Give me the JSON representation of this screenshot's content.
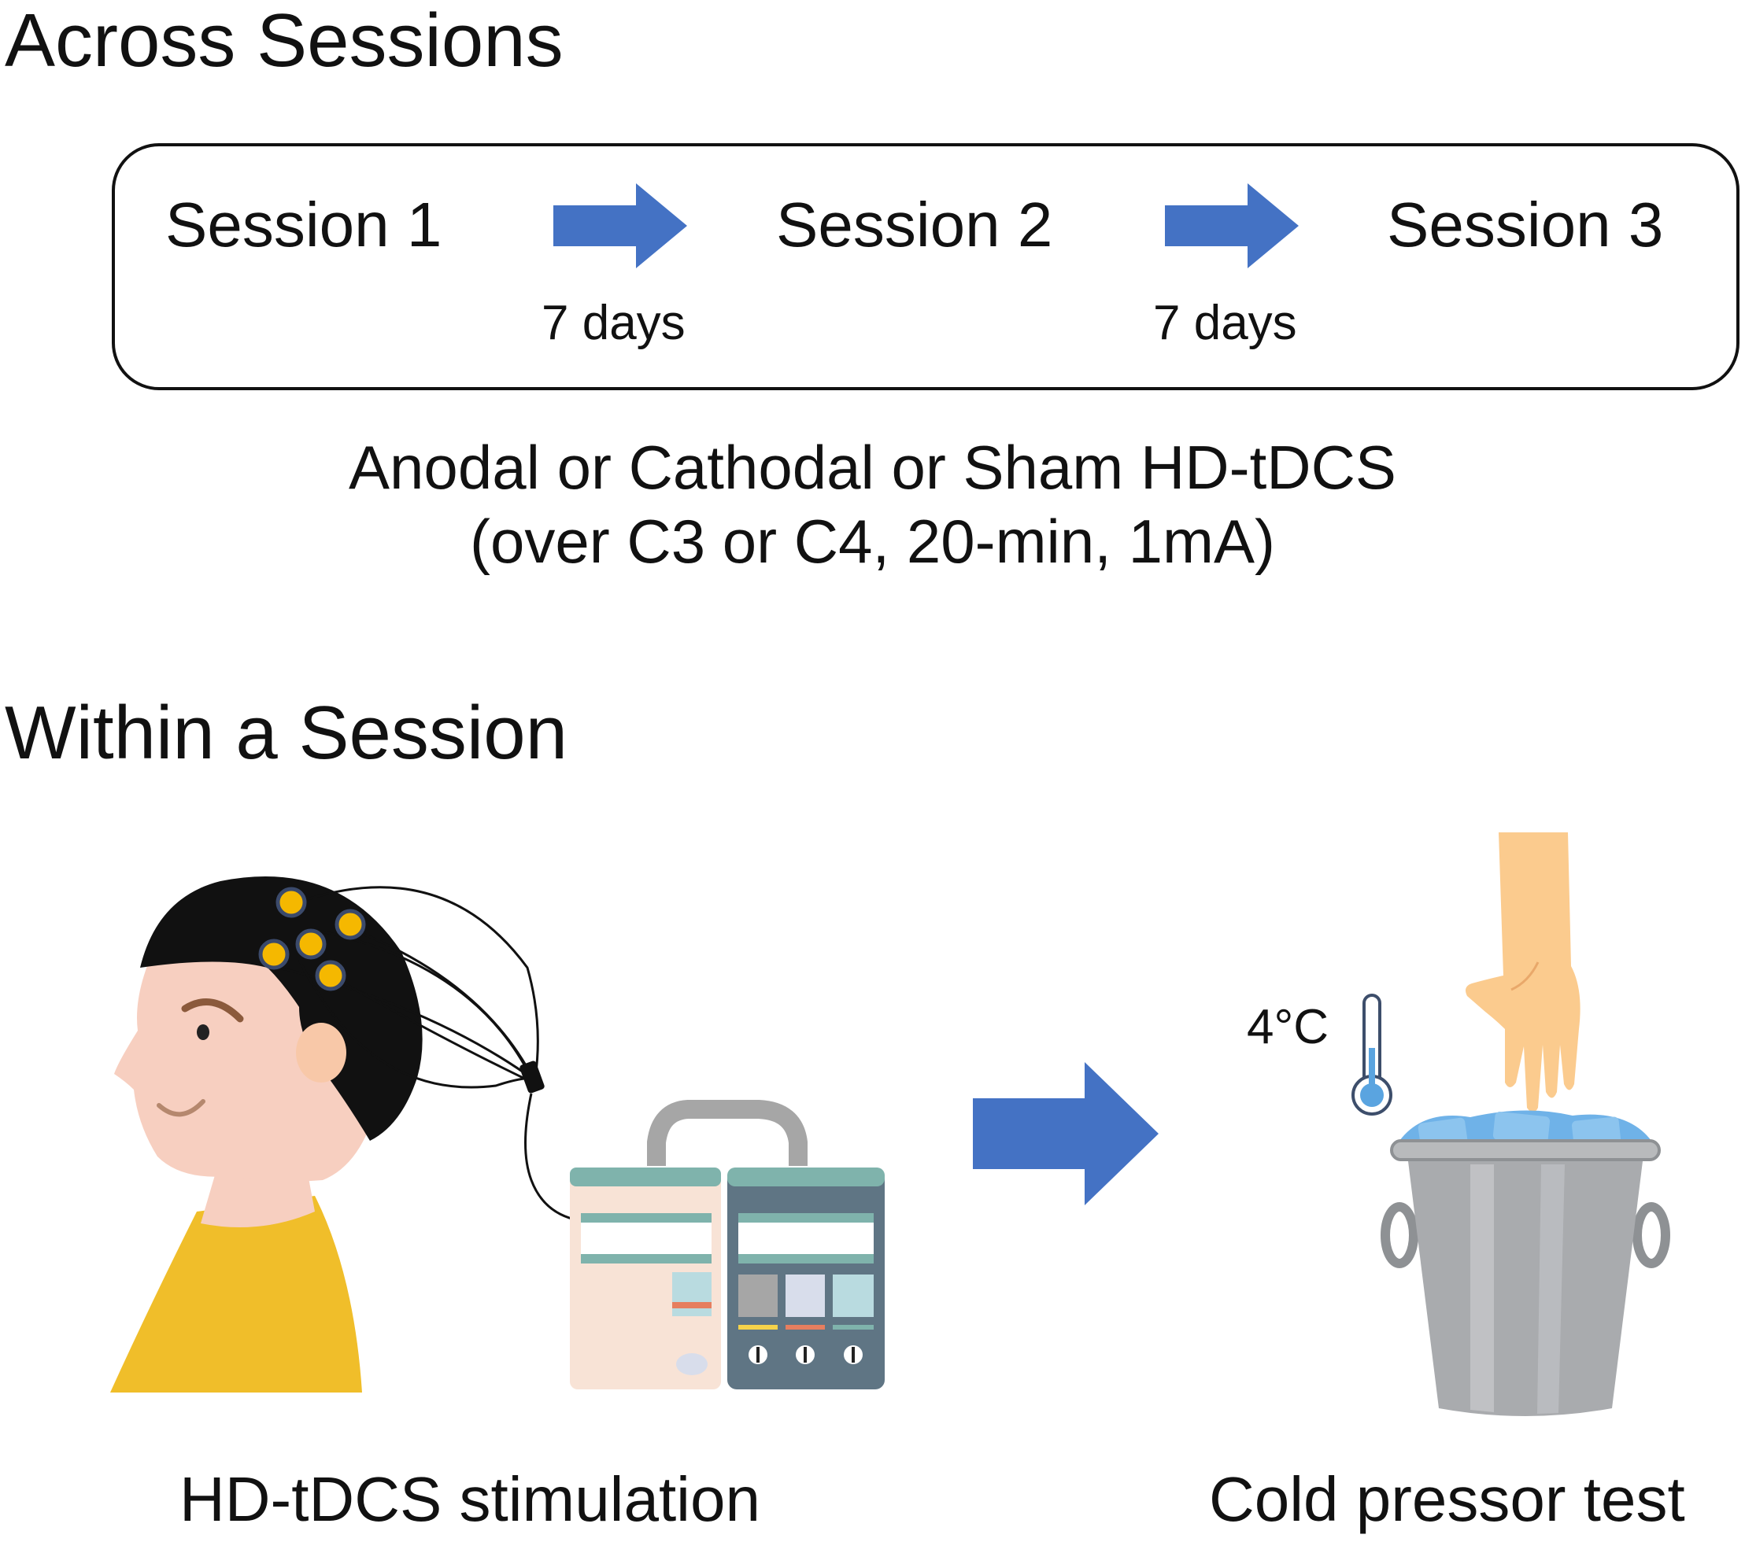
{
  "colors": {
    "arrow": "#4472C4",
    "hair": "#111111",
    "skin": "#F7CFC0",
    "shirt": "#F0BE2A",
    "electrode": "#F5B800",
    "hand": "#FBCB8E",
    "bucket": "#A9ABAE",
    "ice": "#6FB2E8"
  },
  "across": {
    "heading": "Across Sessions",
    "sessions": [
      "Session 1",
      "Session 2",
      "Session 3"
    ],
    "intervals": [
      "7 days",
      "7 days"
    ],
    "condition_line1": "Anodal or Cathodal or Sham HD-tDCS",
    "condition_line2": "(over C3 or C4, 20-min, 1mA)"
  },
  "within": {
    "heading": "Within a Session",
    "stimulation_caption": "HD-tDCS stimulation",
    "test_caption": "Cold pressor test",
    "temperature": "4°C"
  },
  "icons": {
    "arrow": "right-arrow-icon",
    "head": "head-with-electrode-cap-icon",
    "device": "tdcs-stimulator-device-icon",
    "thermometer": "thermometer-icon",
    "hand": "hand-icon",
    "bucket": "ice-bucket-icon"
  }
}
